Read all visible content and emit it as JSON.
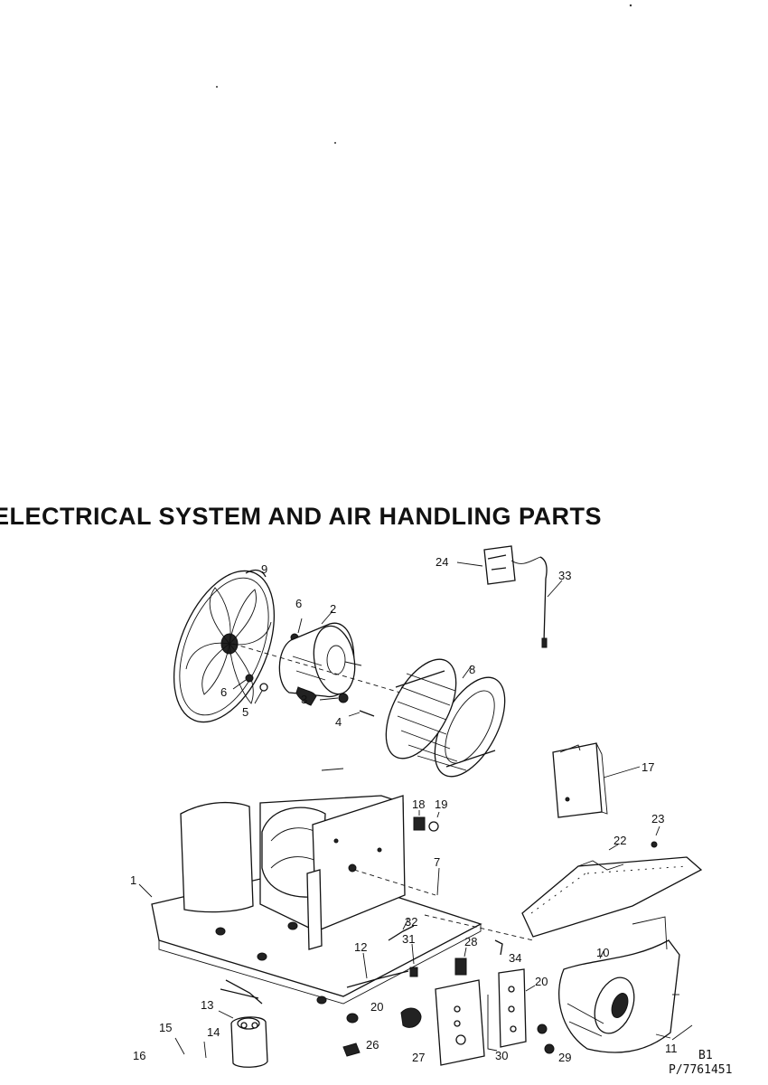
{
  "title": "ELECTRICAL SYSTEM AND AIR HANDLING PARTS",
  "page_code_line1": "B1",
  "page_code_line2": "P/7761451",
  "part_numbers": [
    "9",
    "6",
    "2",
    "8",
    "24",
    "33",
    "6",
    "5",
    "3",
    "4",
    "17",
    "18",
    "19",
    "23",
    "22",
    "7",
    "1",
    "32",
    "31",
    "28",
    "34",
    "12",
    "20",
    "30",
    "20",
    "10",
    "13",
    "15",
    "14",
    "16",
    "26",
    "27",
    "29",
    "11"
  ]
}
